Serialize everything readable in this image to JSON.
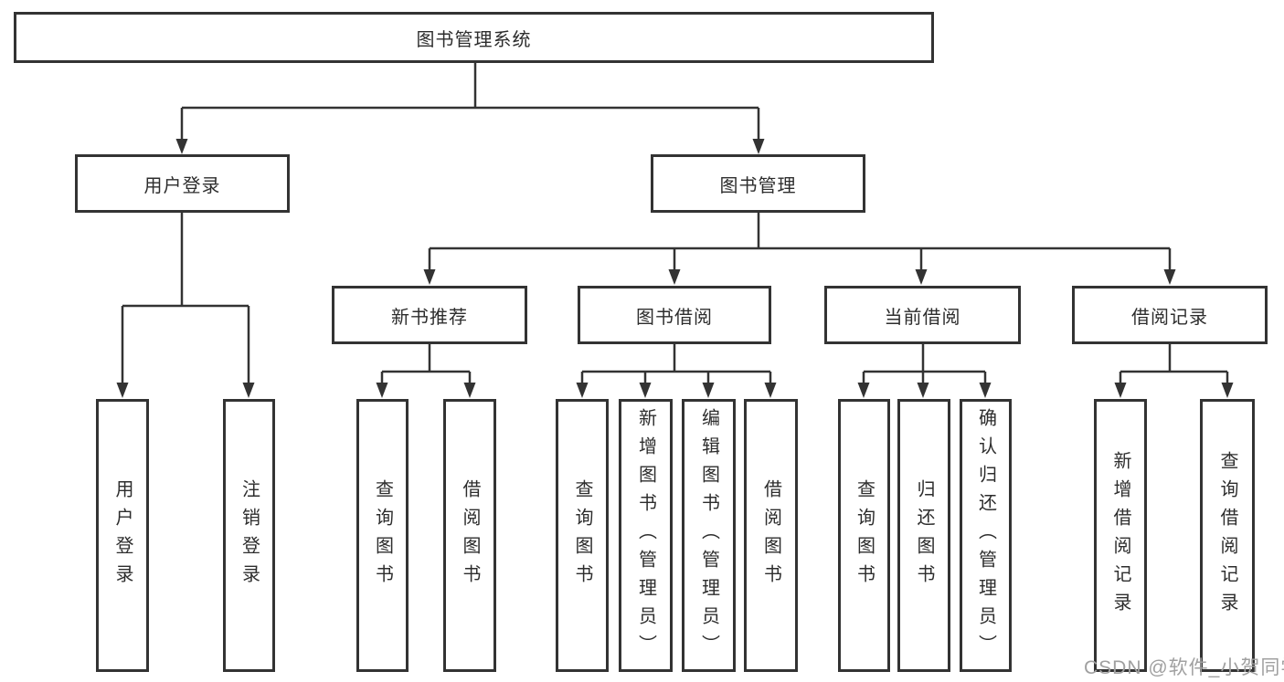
{
  "diagram": {
    "title": "图书管理系统",
    "line_color": "#333333",
    "nodes": {
      "root": "图书管理系统",
      "user_login": "用户登录",
      "book_mgmt": "图书管理",
      "new_book_rec": "新书推荐",
      "book_borrow": "图书借阅",
      "current_borrow": "当前借阅",
      "borrow_record": "借阅记录",
      "ul_login": "用户登录",
      "ul_logout": "注销登录",
      "nr_query": "查询图书",
      "nr_borrow": "借阅图书",
      "bb_query": "查询图书",
      "bb_add": "新增图书（管理员）",
      "bb_edit": "编辑图书（管理员）",
      "bb_borrow": "借阅图书",
      "cb_query": "查询图书",
      "cb_return": "归还图书",
      "cb_confirm": "确认归还（管理员）",
      "br_add": "新增借阅记录",
      "br_query": "查询借阅记录"
    },
    "hierarchy": {
      "图书管理系统": {
        "用户登录": [
          "用户登录",
          "注销登录"
        ],
        "图书管理": {
          "新书推荐": [
            "查询图书",
            "借阅图书"
          ],
          "图书借阅": [
            "查询图书",
            "新增图书（管理员）",
            "编辑图书（管理员）",
            "借阅图书"
          ],
          "当前借阅": [
            "查询图书",
            "归还图书",
            "确认归还（管理员）"
          ],
          "借阅记录": [
            "新增借阅记录",
            "查询借阅记录"
          ]
        }
      }
    }
  },
  "watermark": {
    "text": "CSDN @软件_小贺同学",
    "color": "#a0a0a0"
  }
}
